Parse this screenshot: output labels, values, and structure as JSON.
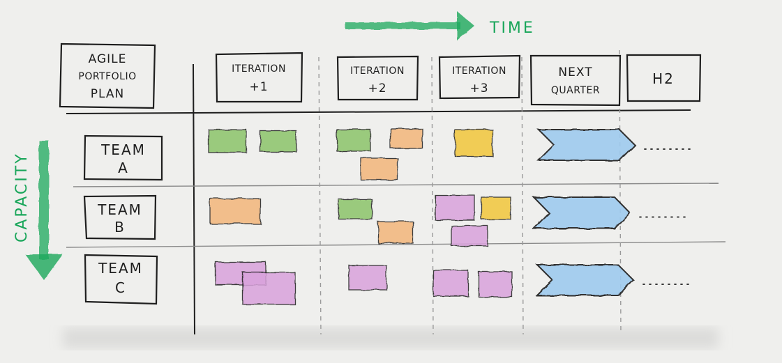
{
  "time_label": "TIME",
  "capacity_label": "CAPACITY",
  "corner": {
    "lines": [
      "AGILE",
      "PORTFOLIO",
      "PLAN"
    ]
  },
  "columns": [
    {
      "lines": [
        "ITERATION",
        "+1"
      ]
    },
    {
      "lines": [
        "ITERATION",
        "+2"
      ]
    },
    {
      "lines": [
        "ITERATION",
        "+3"
      ]
    },
    {
      "lines": [
        "NEXT",
        "QUARTER"
      ]
    },
    {
      "lines": [
        "H2"
      ]
    }
  ],
  "rows": [
    {
      "lines": [
        "TEAM",
        "A"
      ]
    },
    {
      "lines": [
        "TEAM",
        "B"
      ]
    },
    {
      "lines": [
        "TEAM",
        "C"
      ]
    }
  ],
  "colors": {
    "green": "#8cc46a",
    "orange": "#f3b67a",
    "yellow": "#f2c73a",
    "purple": "#d9a2dc",
    "blue": "#9fcbef",
    "axis": "#1fa95c",
    "ink": "#1e1e1e"
  }
}
